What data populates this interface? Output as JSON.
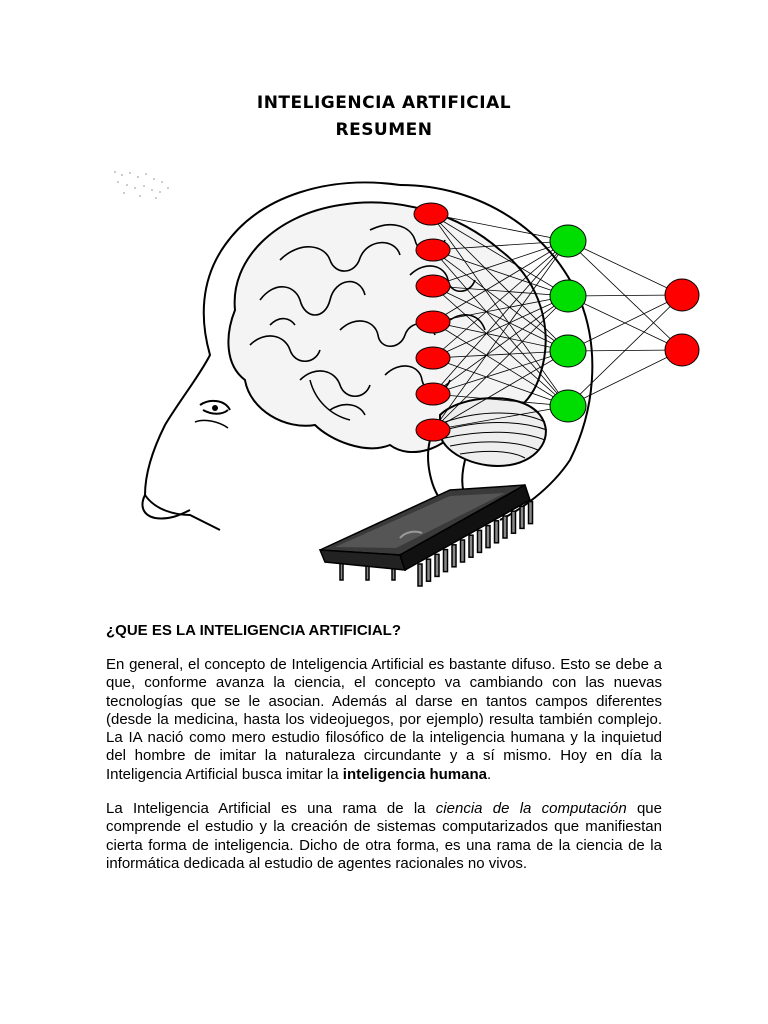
{
  "document": {
    "title_line1": "INTELIGENCIA ARTIFICIAL",
    "title_line2": "RESUMEN",
    "section_heading": "¿QUE ES LA INTELIGENCIA ARTIFICIAL?",
    "paragraph1": {
      "text_before_bold": "En general, el concepto de Inteligencia Artificial es bastante difuso. Esto se debe a que, conforme avanza la ciencia, el concepto va cambiando con las nuevas tecnologías que se le asocian. Además al darse en tantos campos diferentes (desde la medicina, hasta los videojuegos, por ejemplo) resulta también complejo. La IA nació como mero estudio filosófico de la inteligencia humana y la inquietud del hombre de imitar la naturaleza circundante y a sí mismo. Hoy en día la Inteligencia Artificial busca imitar la ",
      "bold": "inteligencia humana",
      "text_after_bold": "."
    },
    "paragraph2": {
      "text_before_italic": "La Inteligencia Artificial es una rama de la ",
      "italic": "ciencia de la computación",
      "text_after_italic": " que comprende el estudio y la creación de sistemas computarizados que manifiestan cierta forma de inteligencia. Dicho de otra forma, es una rama de la ciencia de la informática dedicada al estudio de agentes racionales no vivos."
    }
  },
  "illustration": {
    "subject": "brain-neural-network-microchip",
    "colors": {
      "input_node": "#ff0000",
      "hidden_node": "#00dd00",
      "output_node": "#ff0000",
      "chip_body": "#2a2a2a"
    },
    "network": {
      "input_nodes": 7,
      "hidden_nodes": 4,
      "output_nodes": 2
    }
  }
}
